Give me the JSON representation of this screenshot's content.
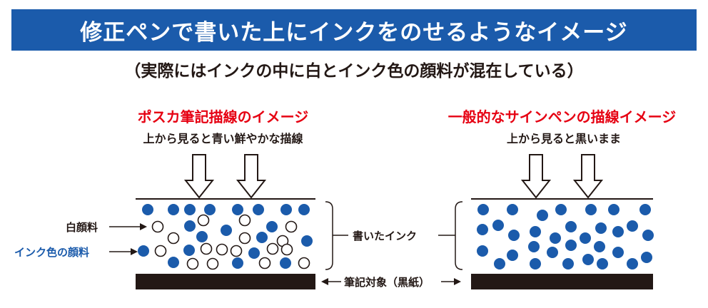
{
  "title": "修正ペンで書いた上にインクをのせるようなイメージ",
  "subtitle": "（実際にはインクの中に白とインク色の顔料が混在している）",
  "left_panel": {
    "heading": "ポスカ筆記描線のイメージ",
    "caption": "上から見ると青い鮮やかな描線"
  },
  "right_panel": {
    "heading": "一般的なサインペンの描線イメージ",
    "caption": "上から見ると黒いまま"
  },
  "labels": {
    "white_pigment": "白顔料",
    "ink_pigment": "インク色の顔料",
    "written_ink": "書いたインク",
    "writing_surface": "筆記対象（黒紙）"
  },
  "colors": {
    "banner": "#1b5bab",
    "heading_red": "#e60012",
    "blue_dot": "#1b5bab",
    "surface": "#231815"
  },
  "icons": {
    "down_arrow": "down-arrow-icon",
    "right_arrow": "right-arrow-icon",
    "double_arrow": "left-right-arrow-icon"
  }
}
